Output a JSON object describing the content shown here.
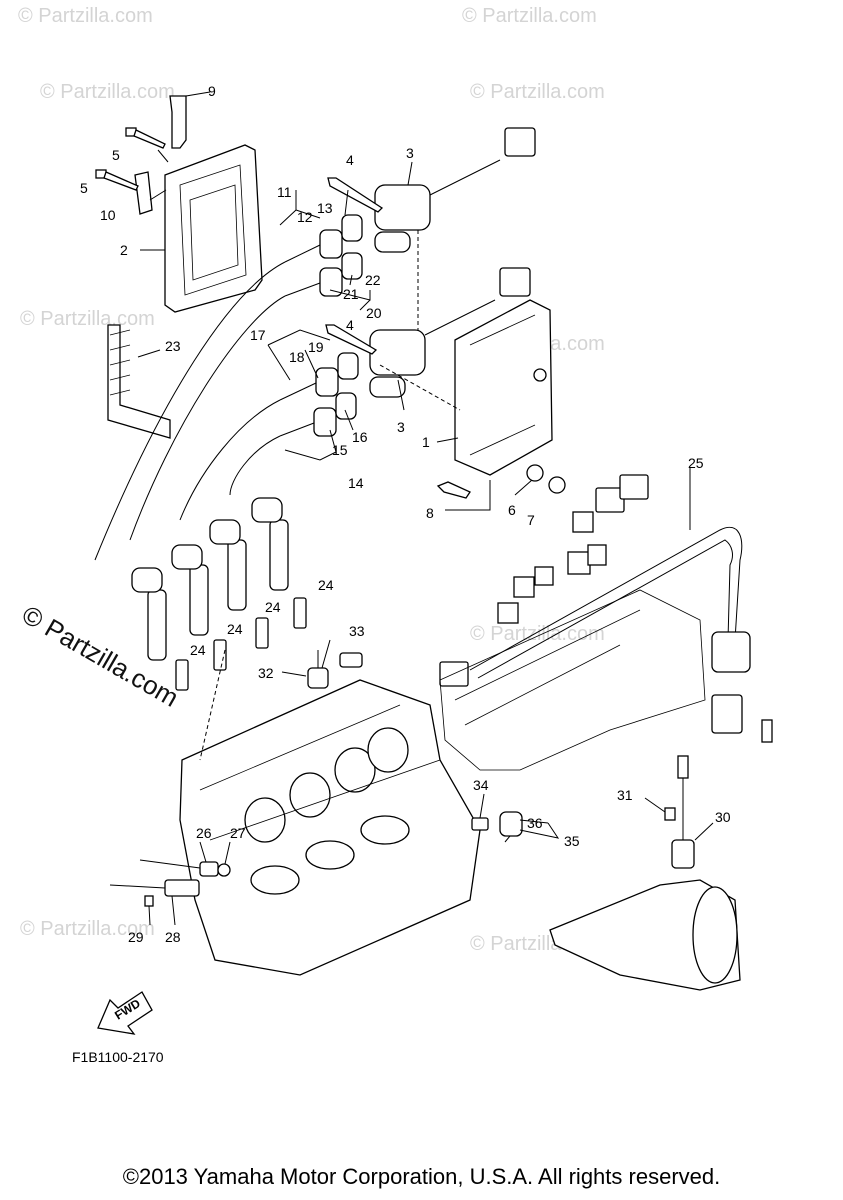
{
  "figure_code": "F1B1100-2170",
  "copyright": "©2013 Yamaha Motor Corporation, U.S.A. All rights reserved.",
  "watermark": "© Partzilla.com",
  "fwd_label": "FWD",
  "callouts": {
    "n1": "1",
    "n2": "2",
    "n3a": "3",
    "n3b": "3",
    "n4a": "4",
    "n4b": "4",
    "n5a": "5",
    "n5b": "5",
    "n6": "6",
    "n7": "7",
    "n8": "8",
    "n9": "9",
    "n10": "10",
    "n11": "11",
    "n12": "12",
    "n13": "13",
    "n14": "14",
    "n15": "15",
    "n16": "16",
    "n17": "17",
    "n18": "18",
    "n19": "19",
    "n20": "20",
    "n21": "21",
    "n22": "22",
    "n23": "23",
    "n24a": "24",
    "n24b": "24",
    "n24c": "24",
    "n24d": "24",
    "n25": "25",
    "n26": "26",
    "n27": "27",
    "n28": "28",
    "n29": "29",
    "n30": "30",
    "n31": "31",
    "n32": "32",
    "n33": "33",
    "n34": "34",
    "n35": "35",
    "n36": "36"
  }
}
